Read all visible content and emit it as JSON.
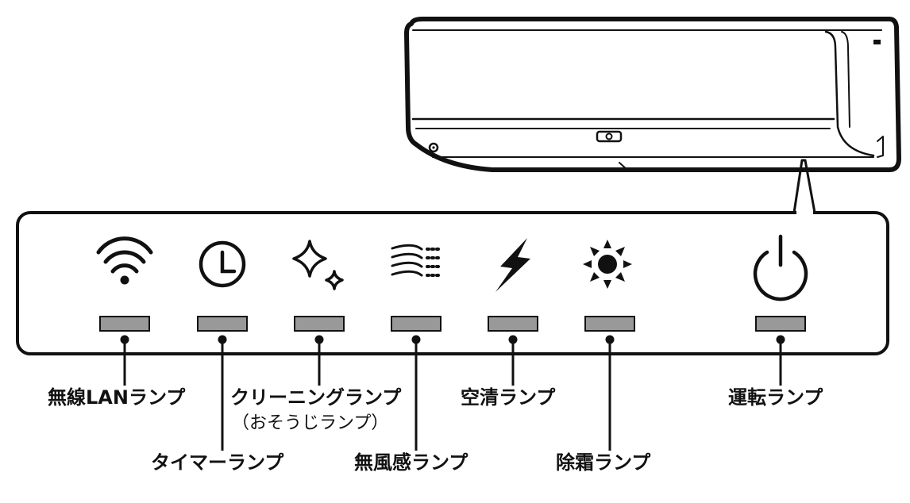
{
  "colors": {
    "line": "#111111",
    "lamp_fill": "#999999",
    "background": "#ffffff"
  },
  "lamps": [
    {
      "id": "wifi",
      "icon": "wifi-icon",
      "label": "無線LANランプ"
    },
    {
      "id": "timer",
      "icon": "clock-icon",
      "label": "タイマーランプ"
    },
    {
      "id": "cleaning",
      "icon": "sparkle-icon",
      "label": "クリーニングランプ",
      "sublabel": "（おそうじランプ）"
    },
    {
      "id": "windless",
      "icon": "breeze-icon",
      "label": "無風感ランプ"
    },
    {
      "id": "air-purify",
      "icon": "lightning-icon",
      "label": "空清ランプ"
    },
    {
      "id": "defrost",
      "icon": "sun-icon",
      "label": "除霜ランプ"
    },
    {
      "id": "operation",
      "icon": "power-icon",
      "label": "運転ランプ"
    }
  ]
}
